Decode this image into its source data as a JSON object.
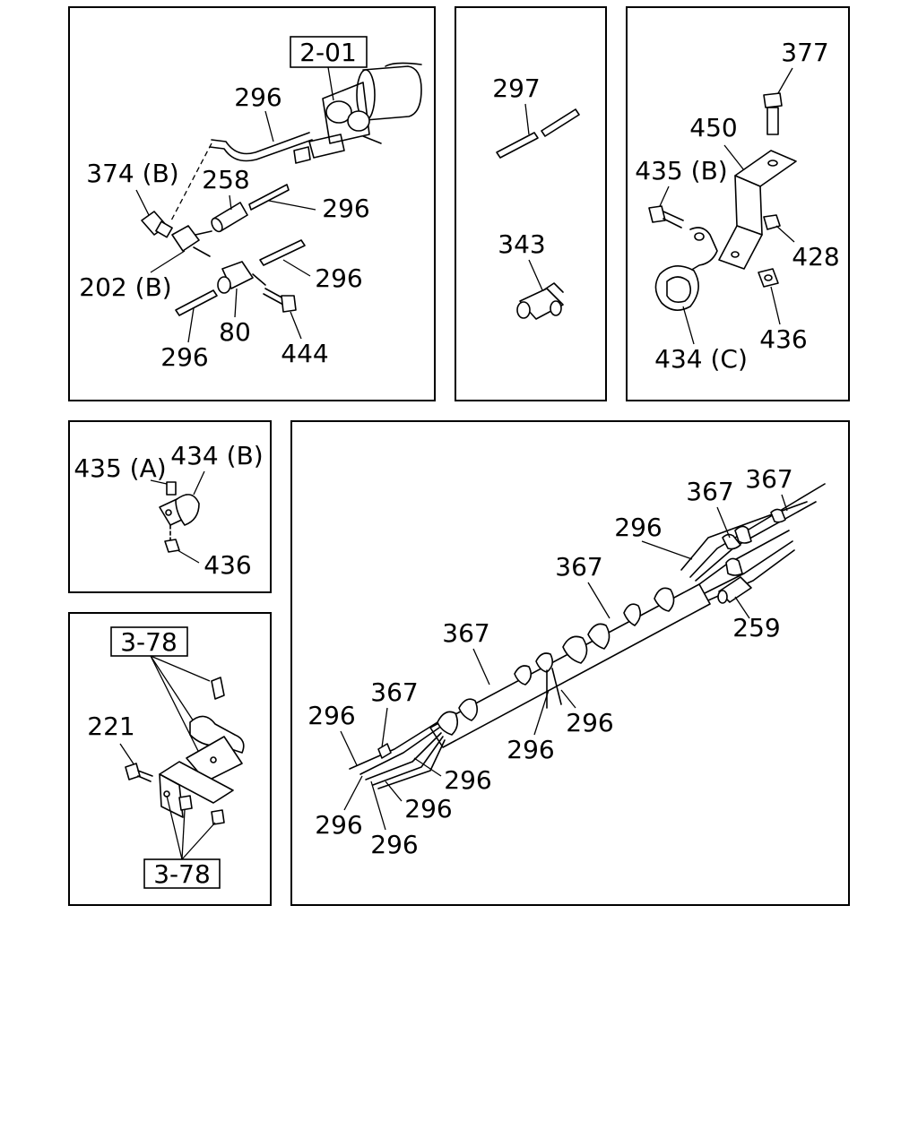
{
  "references": {
    "starter": "2-01",
    "clip_top": "3-78",
    "clip_bottom": "3-78"
  },
  "panel_a": {
    "l_296_top": "296",
    "l_374b": "374 (B)",
    "l_258": "258",
    "l_296_mid": "296",
    "l_202b": "202 (B)",
    "l_296_right": "296",
    "l_296_bottom": "296",
    "l_80": "80",
    "l_444": "444"
  },
  "panel_b": {
    "l_297": "297",
    "l_343": "343"
  },
  "panel_c": {
    "l_377": "377",
    "l_450": "450",
    "l_435b": "435 (B)",
    "l_428": "428",
    "l_436": "436",
    "l_434c": "434 (C)"
  },
  "panel_d": {
    "l_435a": "435 (A)",
    "l_434b": "434 (B)",
    "l_436": "436"
  },
  "panel_e": {
    "l_221": "221"
  },
  "panel_f": {
    "l_367_1": "367",
    "l_367_2": "367",
    "l_296_1": "296",
    "l_367_3": "367",
    "l_259": "259",
    "l_367_4": "367",
    "l_296_2": "296",
    "l_367_5": "367",
    "l_296_3": "296",
    "l_296_4": "296",
    "l_296_5": "296",
    "l_296_6": "296",
    "l_296_7": "296",
    "l_296_8": "296"
  }
}
